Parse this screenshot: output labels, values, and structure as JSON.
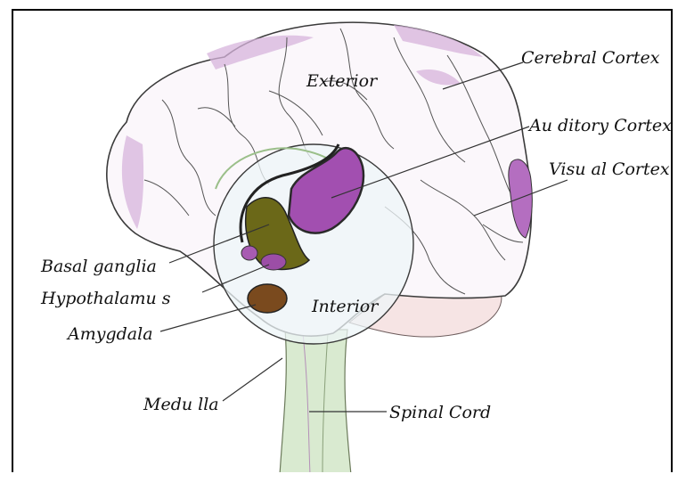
{
  "labels": {
    "cerebral_cortex": "Cerebral Cortex",
    "exterior": "Exterior",
    "auditory_cortex": "Au ditory Cortex",
    "visual_cortex": "Visu al Cortex",
    "basal_ganglia": "Basal ganglia",
    "hypothalamus": "Hypothalamu s",
    "interior": "Interior",
    "amygdala": "Amygdala",
    "medulla": "Medu lla",
    "spinal_cord": "Spinal Cord"
  },
  "colors": {
    "outline": "#3a3a3a",
    "cortex_purple": "#9a4fa0",
    "basal_ganglia": "#5c5a12",
    "amygdala": "#7a4a1e",
    "stem_green": "#cfe3c0",
    "interior_blue": "#e6f0f6"
  }
}
